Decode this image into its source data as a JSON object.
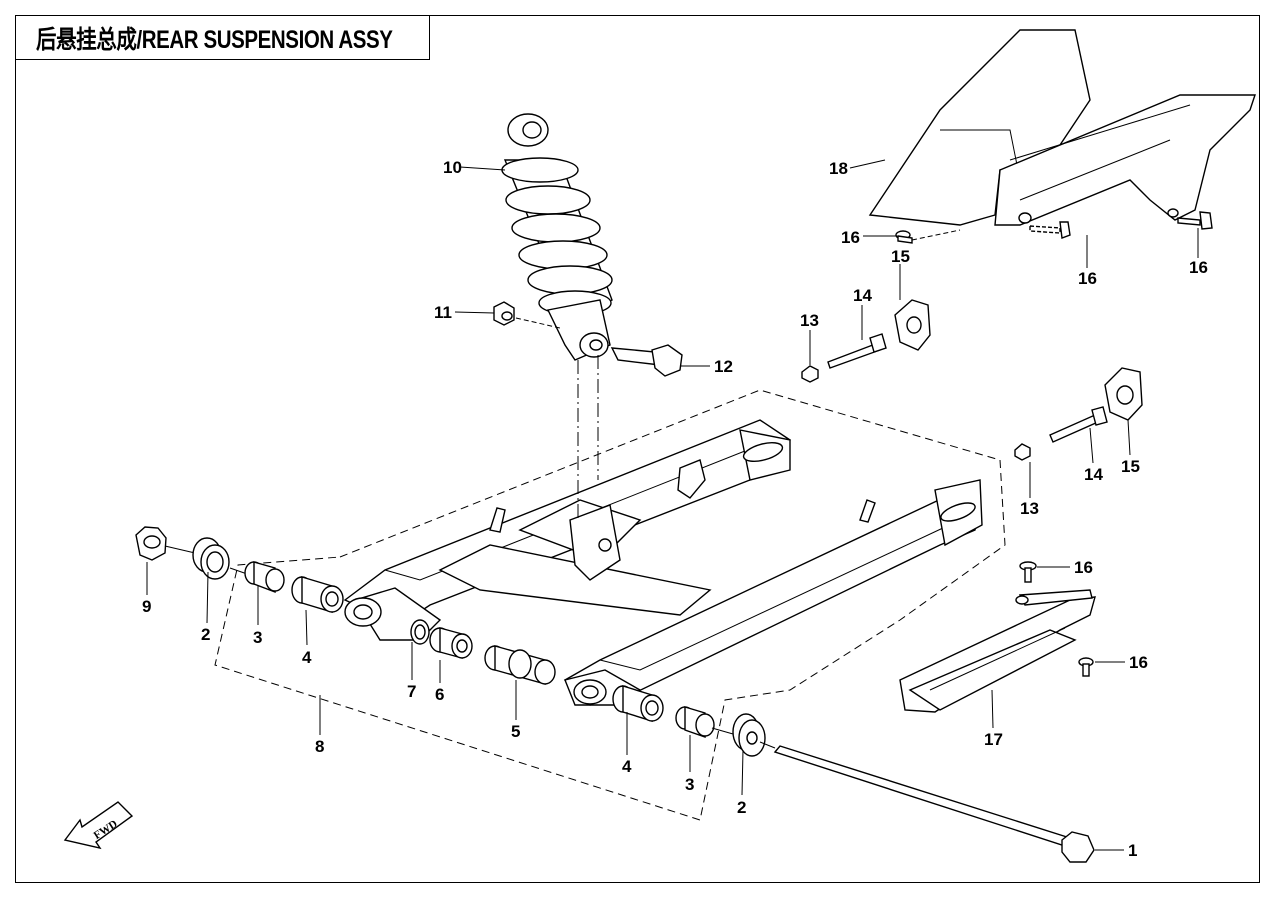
{
  "title": "后悬挂总成/REAR SUSPENSION  ASSY",
  "fwd_label": "FWD",
  "callouts": {
    "c1": "1",
    "c2a": "2",
    "c2b": "2",
    "c3a": "3",
    "c3b": "3",
    "c4a": "4",
    "c4b": "4",
    "c5": "5",
    "c6": "6",
    "c7": "7",
    "c8": "8",
    "c9": "9",
    "c10": "10",
    "c11": "11",
    "c12": "12",
    "c13a": "13",
    "c13b": "13",
    "c14a": "14",
    "c14b": "14",
    "c15a": "15",
    "c15b": "15",
    "c16a": "16",
    "c16b": "16",
    "c16c": "16",
    "c16d": "16",
    "c16e": "16",
    "c17": "17",
    "c18": "18"
  }
}
